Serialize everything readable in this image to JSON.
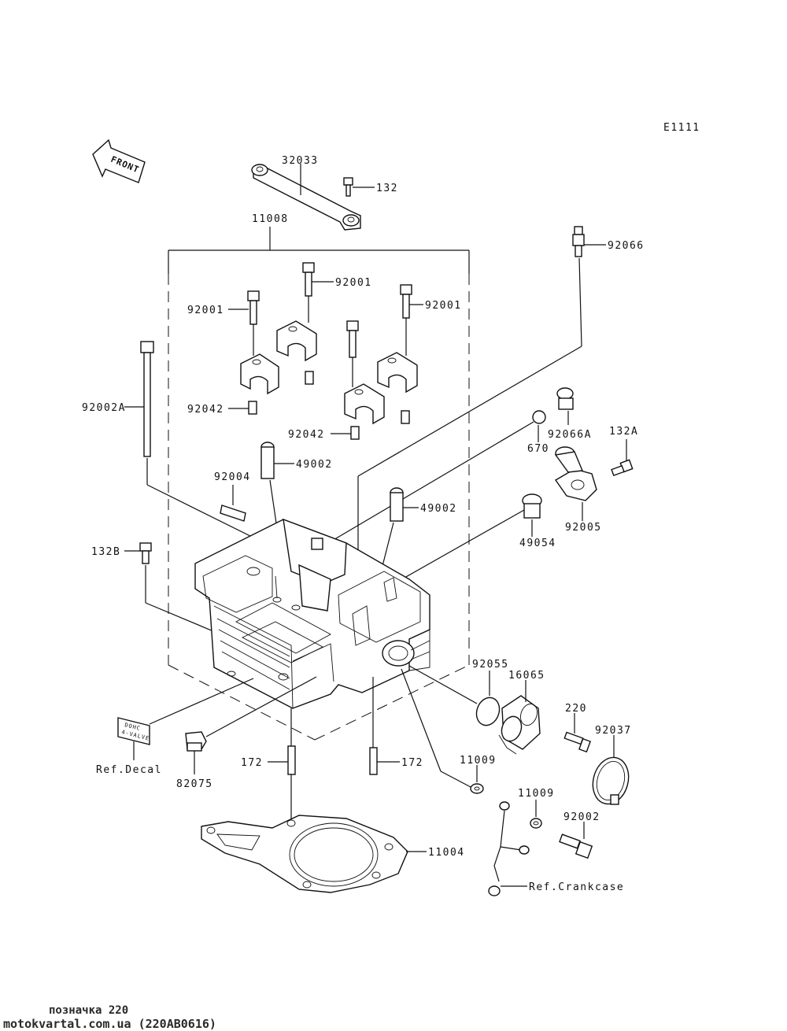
{
  "diagram_code": "E1111",
  "front_arrow_text": "FRONT",
  "decal_text": [
    "DOHC",
    "4-VALVE"
  ],
  "labels": {
    "p32033": "32033",
    "p132": "132",
    "p11008": "11008",
    "p92066": "92066",
    "p92001a": "92001",
    "p92001b": "92001",
    "p92001c": "92001",
    "p92002A": "92002A",
    "p92042a": "92042",
    "p92042b": "92042",
    "p670": "670",
    "p92066A": "92066A",
    "p132A": "132A",
    "p49002a": "49002",
    "p92004": "92004",
    "p49002b": "49002",
    "p49054": "49054",
    "p92005": "92005",
    "p132B": "132B",
    "p92055": "92055",
    "p16065": "16065",
    "p220": "220",
    "p92037": "92037",
    "pRefDecal": "Ref.Decal",
    "p11009a": "11009",
    "p11009b": "11009",
    "p92002": "92002",
    "p172a": "172",
    "p172b": "172",
    "p82075": "82075",
    "p11004": "11004",
    "pRefCrankcase": "Ref.Crankcase"
  },
  "footer": {
    "line1": "позначка 220",
    "line2": "motokvartal.com.ua (220AB0616)"
  }
}
